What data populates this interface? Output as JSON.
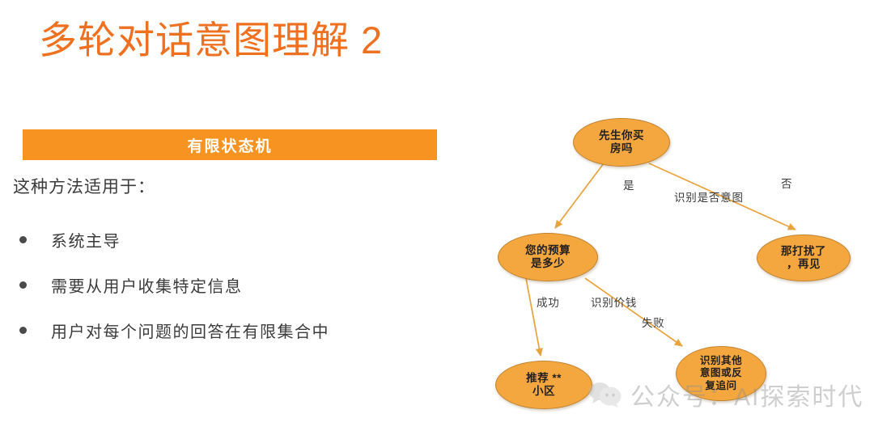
{
  "slide": {
    "title": "多轮对话意图理解 2",
    "title_color": "#EE7020",
    "background": "#FFFFFF"
  },
  "left_panel": {
    "banner": {
      "label": "有限状态机",
      "background": "#F79421",
      "text_color": "#FFFFFF"
    },
    "intro": "这种方法适用于：",
    "bullets": [
      {
        "text": "系统主导"
      },
      {
        "text": "需要从用户收集特定信息"
      },
      {
        "text": "用户对每个问题的回答在有限集合中"
      }
    ]
  },
  "diagram": {
    "type": "flowchart",
    "node_fill": "#F5A73F",
    "node_border": "#C08431",
    "edge_color": "#E8A33D",
    "nodes": [
      {
        "id": "root",
        "label": "先生你买\n房吗"
      },
      {
        "id": "budget",
        "label": "您的预算\n是多少"
      },
      {
        "id": "bye",
        "label": "那打扰了\n，再见"
      },
      {
        "id": "recommend",
        "label": "推荐 **\n小区"
      },
      {
        "id": "other",
        "label": "识别其他\n意图或反\n复追问"
      }
    ],
    "edges": [
      {
        "from": "root",
        "to": "budget",
        "label": "是"
      },
      {
        "from": "root",
        "to": "bye",
        "label": "否"
      },
      {
        "from": "budget",
        "to": "recommend",
        "label": "成功"
      },
      {
        "from": "budget",
        "to": "other",
        "label": "失败"
      }
    ],
    "edge_group_labels": [
      {
        "id": "intent",
        "label": "识别是否意图"
      },
      {
        "id": "price",
        "label": "识别价钱"
      }
    ]
  },
  "watermark": {
    "icon": "wechat-icon",
    "text": "公众号：AI探索时代"
  }
}
